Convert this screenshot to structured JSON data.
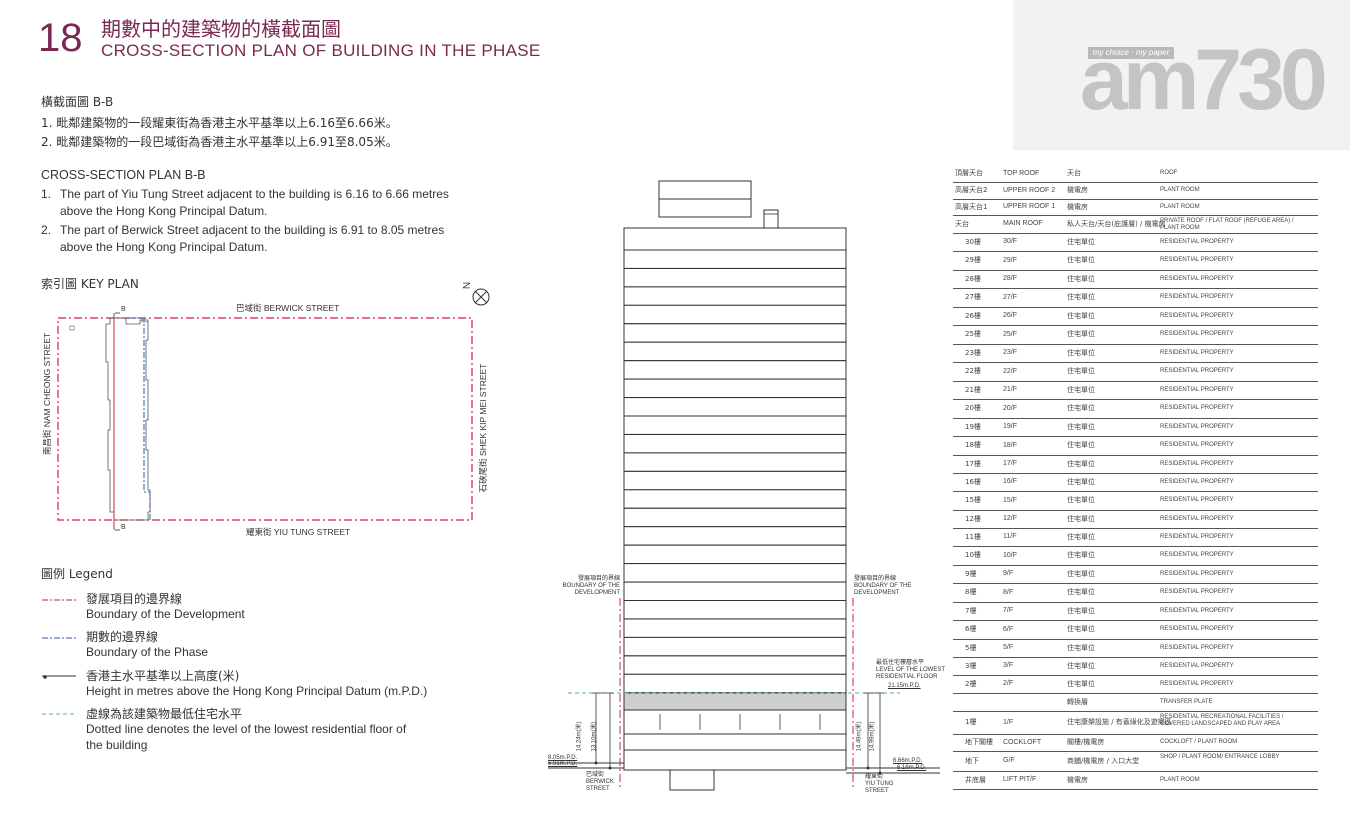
{
  "header": {
    "number": "18",
    "title_zh": "期數中的建築物的橫截面圖",
    "title_en": "CROSS-SECTION PLAN OF BUILDING IN THE PHASE"
  },
  "logo": {
    "tagline": "my choice · my paper",
    "text": "am730"
  },
  "notes_zh": {
    "heading": "橫截面圖 B-B",
    "items": [
      "1.  毗鄰建築物的一段耀東街為香港主水平基準以上6.16至6.66米。",
      "2.  毗鄰建築物的一段巴域街為香港主水平基準以上6.91至8.05米。"
    ]
  },
  "notes_en": {
    "heading": "CROSS-SECTION PLAN B-B",
    "items": [
      {
        "num": "1.",
        "line1": "The part of Yiu Tung Street adjacent to the building is 6.16 to 6.66 metres",
        "line2": "above the Hong Kong Principal Datum."
      },
      {
        "num": "2.",
        "line1": "The part of Berwick Street adjacent to the building is 6.91 to 8.05 metres",
        "line2": "above the Hong Kong Principal Datum."
      }
    ]
  },
  "key_plan": {
    "title": "索引圖 KEY PLAN",
    "top_street": "巴域街  BERWICK STREET",
    "bottom_street": "耀東街  YIU TUNG STREET",
    "left_street": "南昌街 NAM CHEONG STREET",
    "right_street": "石硤尾街 SHEK KIP MEI STREET",
    "marker": "B",
    "north": "N"
  },
  "legend": {
    "title": "圖例 Legend",
    "items": [
      {
        "zh": "發展項目的邊界線",
        "en": "Boundary of the Development",
        "color": "#d0203a"
      },
      {
        "zh": "期數的邊界線",
        "en": "Boundary of the Phase",
        "color": "#2a5aa8"
      },
      {
        "zh": "香港主水平基準以上高度(米)",
        "en": "Height in metres above the Hong Kong Principal Datum (m.P.D.)",
        "color": "#333333"
      },
      {
        "zh": "虛線為該建築物最低住宅水平",
        "en1": "Dotted line denotes the level of the lowest residential floor of",
        "en2": "the building",
        "color": "#4dbb8a"
      }
    ]
  },
  "section": {
    "boundary_left": [
      "發展項目的界線",
      "BOUNDARY OF THE",
      "DEVELOPMENT"
    ],
    "boundary_right": [
      "發展項目的界線",
      "BOUNDARY OF THE",
      "DEVELOPMENT"
    ],
    "lowest_res": [
      "最低住宅樓層水平",
      "LEVEL OF THE LOWEST",
      "RESIDENTIAL FLOOR",
      "21.15m.P.D."
    ],
    "left_levels": [
      "8.05m.P.D.",
      "6.91m.P.D."
    ],
    "right_levels": [
      "6.66m.P.D.",
      "6.16m.P.D."
    ],
    "left_dims": [
      "14.24m(米)",
      "13.10m(米)"
    ],
    "right_dims": [
      "14.49m(米)",
      "14.99m(米)"
    ],
    "left_street": [
      "巴域街",
      "BERWICK",
      "STREET"
    ],
    "right_street": [
      "耀東街",
      "YIU TUNG",
      "STREET"
    ]
  },
  "floors_table": [
    [
      "頂層天台",
      "TOP ROOF",
      "天台",
      "ROOF"
    ],
    [
      "高層天台2",
      "UPPER ROOF 2",
      "機電房",
      "PLANT ROOM"
    ],
    [
      "高層天台1",
      "UPPER ROOF 1",
      "機電房",
      "PLANT ROOM"
    ],
    [
      "天台",
      "MAIN ROOF",
      "私人天台/天台(庇護層) / 機電房",
      "PRIVATE ROOF / FLAT ROOF (REFUGE AREA) / PLANT ROOM"
    ],
    [
      "30樓",
      "30/F",
      "住宅單位",
      "RESIDENTIAL PROPERTY"
    ],
    [
      "29樓",
      "29/F",
      "住宅單位",
      "RESIDENTIAL PROPERTY"
    ],
    [
      "28樓",
      "28/F",
      "住宅單位",
      "RESIDENTIAL PROPERTY"
    ],
    [
      "27樓",
      "27/F",
      "住宅單位",
      "RESIDENTIAL PROPERTY"
    ],
    [
      "26樓",
      "26/F",
      "住宅單位",
      "RESIDENTIAL PROPERTY"
    ],
    [
      "25樓",
      "25/F",
      "住宅單位",
      "RESIDENTIAL PROPERTY"
    ],
    [
      "23樓",
      "23/F",
      "住宅單位",
      "RESIDENTIAL PROPERTY"
    ],
    [
      "22樓",
      "22/F",
      "住宅單位",
      "RESIDENTIAL PROPERTY"
    ],
    [
      "21樓",
      "21/F",
      "住宅單位",
      "RESIDENTIAL PROPERTY"
    ],
    [
      "20樓",
      "20/F",
      "住宅單位",
      "RESIDENTIAL PROPERTY"
    ],
    [
      "19樓",
      "19/F",
      "住宅單位",
      "RESIDENTIAL PROPERTY"
    ],
    [
      "18樓",
      "18/F",
      "住宅單位",
      "RESIDENTIAL PROPERTY"
    ],
    [
      "17樓",
      "17/F",
      "住宅單位",
      "RESIDENTIAL PROPERTY"
    ],
    [
      "16樓",
      "16/F",
      "住宅單位",
      "RESIDENTIAL PROPERTY"
    ],
    [
      "15樓",
      "15/F",
      "住宅單位",
      "RESIDENTIAL PROPERTY"
    ],
    [
      "12樓",
      "12/F",
      "住宅單位",
      "RESIDENTIAL PROPERTY"
    ],
    [
      "11樓",
      "11/F",
      "住宅單位",
      "RESIDENTIAL PROPERTY"
    ],
    [
      "10樓",
      "10/F",
      "住宅單位",
      "RESIDENTIAL PROPERTY"
    ],
    [
      "9樓",
      "9/F",
      "住宅單位",
      "RESIDENTIAL PROPERTY"
    ],
    [
      "8樓",
      "8/F",
      "住宅單位",
      "RESIDENTIAL PROPERTY"
    ],
    [
      "7樓",
      "7/F",
      "住宅單位",
      "RESIDENTIAL PROPERTY"
    ],
    [
      "6樓",
      "6/F",
      "住宅單位",
      "RESIDENTIAL PROPERTY"
    ],
    [
      "5樓",
      "5/F",
      "住宅單位",
      "RESIDENTIAL PROPERTY"
    ],
    [
      "3樓",
      "3/F",
      "住宅單位",
      "RESIDENTIAL PROPERTY"
    ],
    [
      "2樓",
      "2/F",
      "住宅單位",
      "RESIDENTIAL PROPERTY"
    ],
    [
      "",
      "",
      "轉換層",
      "TRANSFER PLATE"
    ],
    [
      "1樓",
      "1/F",
      "住宅康樂設施 / 有蓋綠化及遊樂區",
      "RESIDENTIAL RECREATIONAL FACILITIES / COVERED LANDSCAPED AND PLAY AREA"
    ],
    [
      "地下閣樓",
      "COCKLOFT",
      "閣樓/機電房",
      "COCKLOFT / PLANT ROOM"
    ],
    [
      "地下",
      "G/F",
      "商舖/機電房 / 入口大堂",
      "SHOP / PLANT ROOM/ ENTRANCE LOBBY"
    ],
    [
      "井底層",
      "LIFT PIT/F",
      "機電房",
      "PLANT ROOM"
    ]
  ]
}
